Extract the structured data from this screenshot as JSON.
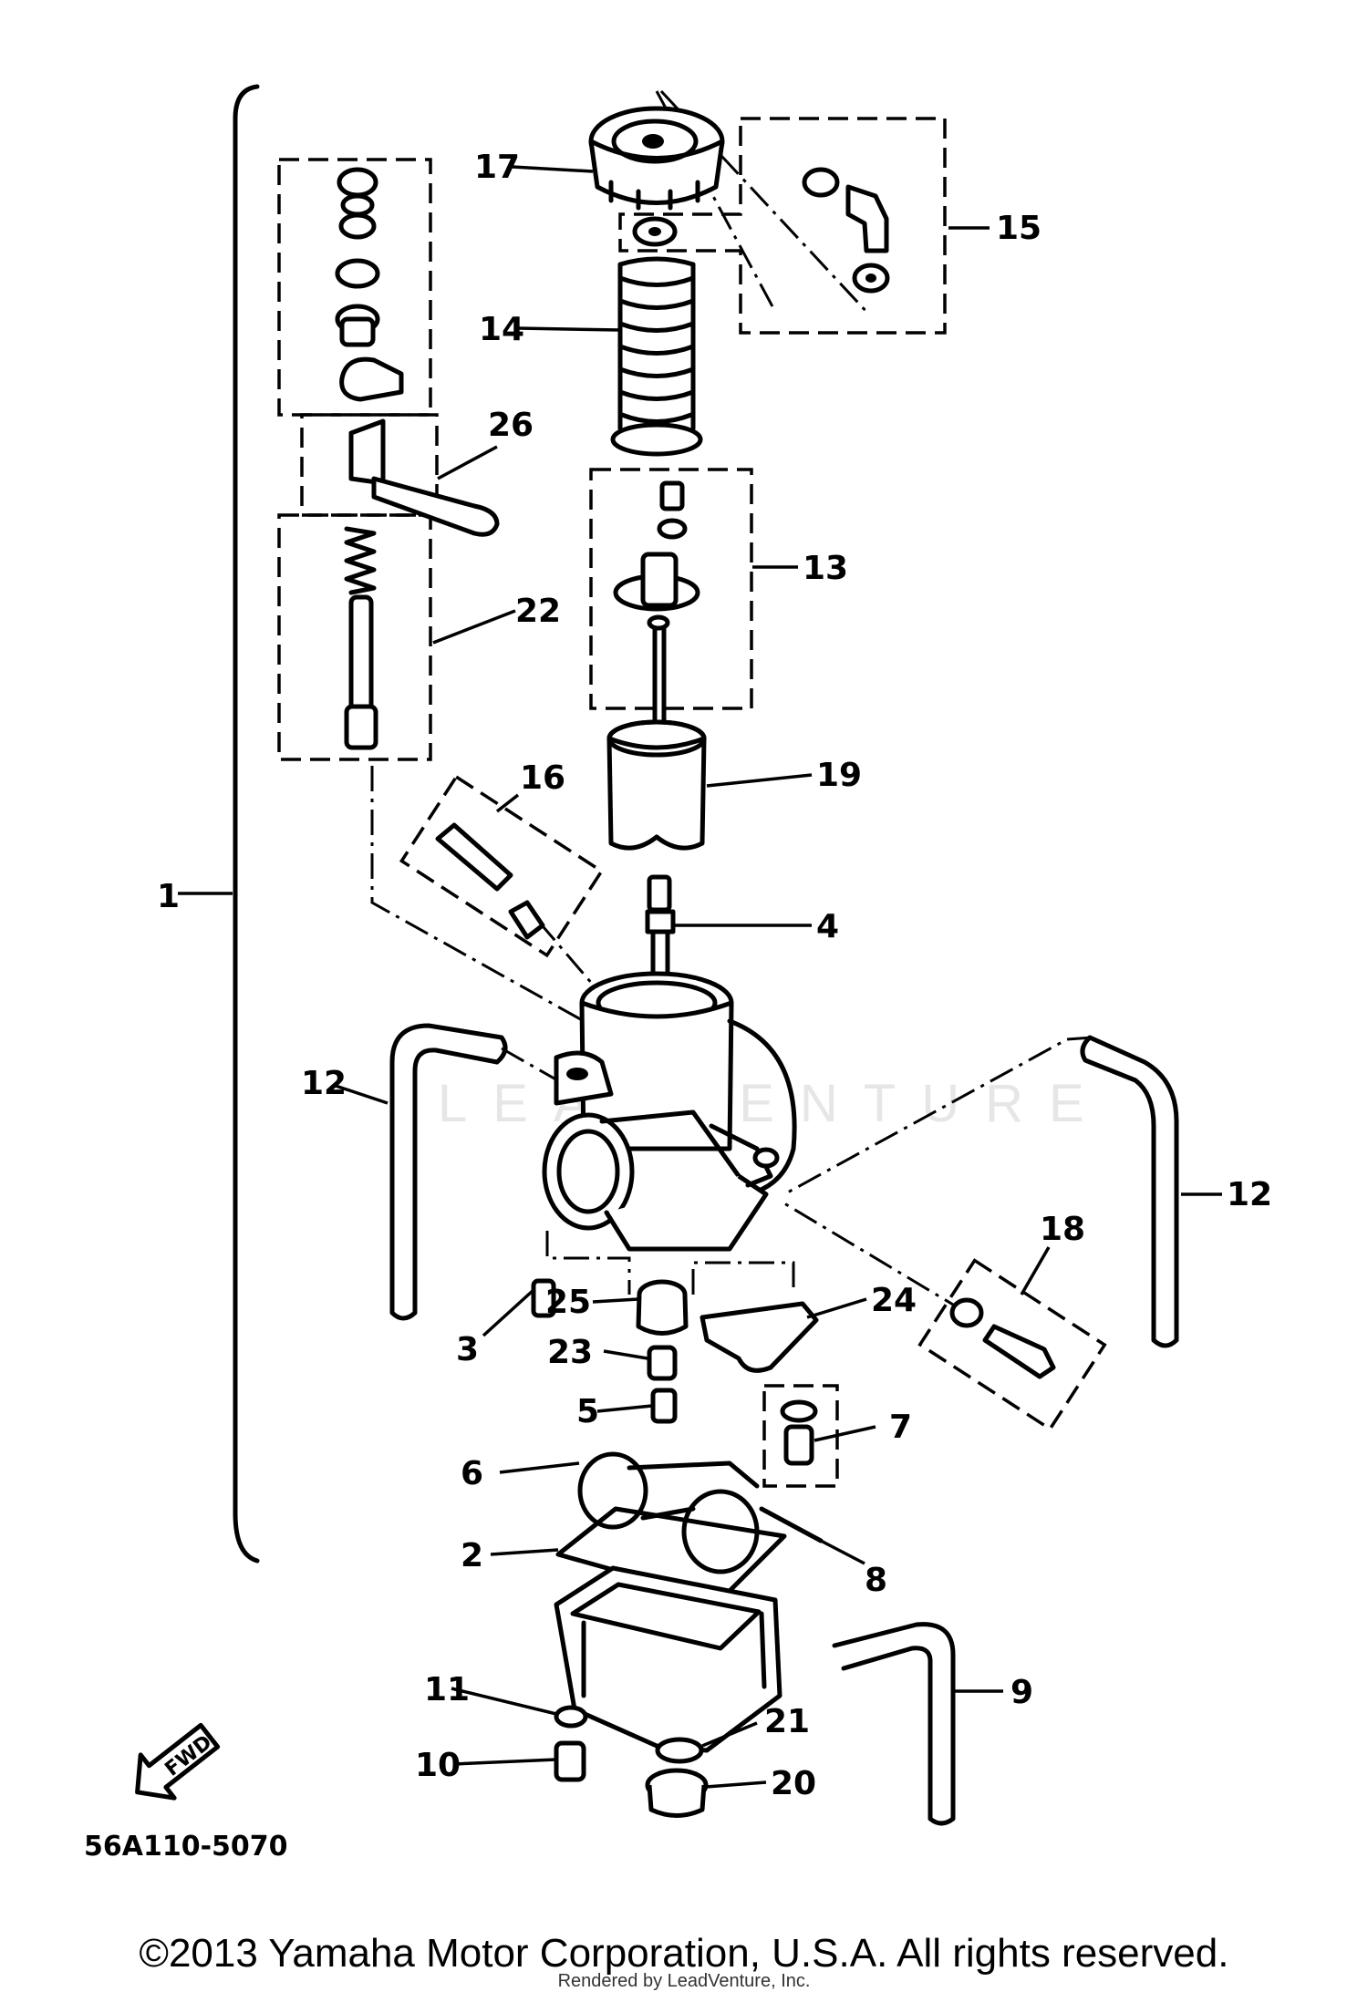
{
  "diagram": {
    "watermark": "LEADVENTURE",
    "drawing_code": "56A110-5070",
    "fwd_label": "FWD",
    "callouts": [
      "1",
      "2",
      "3",
      "4",
      "5",
      "6",
      "7",
      "8",
      "9",
      "10",
      "11",
      "12",
      "12",
      "13",
      "14",
      "15",
      "16",
      "17",
      "18",
      "19",
      "20",
      "21",
      "22",
      "23",
      "24",
      "25",
      "26"
    ]
  },
  "footer": {
    "copyright": "©2013 Yamaha Motor Corporation, U.S.A. All rights reserved.",
    "rendered_by": "Rendered by LeadVenture, Inc."
  }
}
